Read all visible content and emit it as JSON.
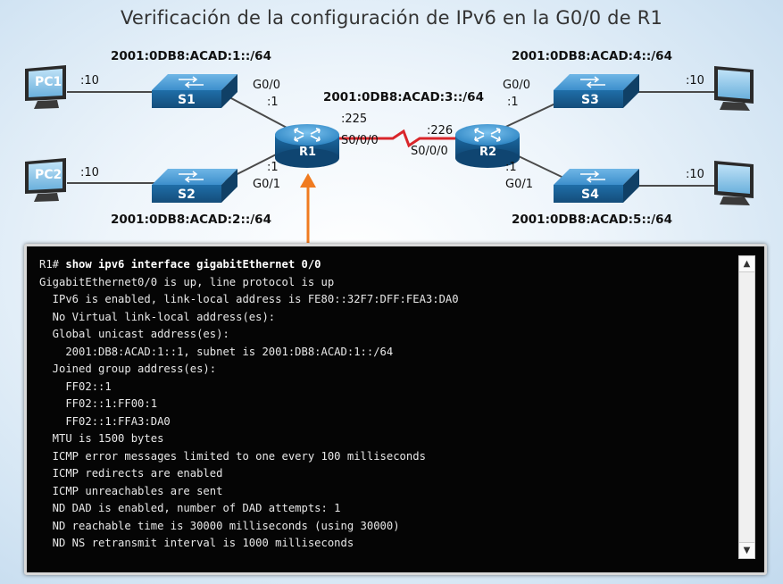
{
  "title": "Verificación de la configuración de IPv6 en la G0/0 de R1",
  "network": {
    "pcs": [
      {
        "name": "PC1",
        "host": ":10"
      },
      {
        "name": "PC2",
        "host": ":10"
      }
    ],
    "switches": [
      "S1",
      "S2",
      "S3",
      "S4"
    ],
    "routers": [
      "R1",
      "R2"
    ],
    "remote_hosts": [
      ":10",
      ":10"
    ],
    "subnets": {
      "s1": "2001:0DB8:ACAD:1::/64",
      "s2": "2001:0DB8:ACAD:2::/64",
      "wan": "2001:0DB8:ACAD:3::/64",
      "s3": "2001:0DB8:ACAD:4::/64",
      "s4": "2001:0DB8:ACAD:5::/64"
    },
    "r1": {
      "g00": "G0/0",
      "g00_host": ":1",
      "g01": "G0/1",
      "g01_host": ":1",
      "s000_host": ":225",
      "s000": "S0/0/0"
    },
    "r2": {
      "s000_host": ":226",
      "s000": "S0/0/0",
      "g00": "G0/0",
      "g00_host": ":1",
      "g01": "G0/1",
      "g01_host": ":1"
    },
    "colors": {
      "link": "#4a4a4a",
      "serial": "#d9262b",
      "arrow": "#f07b20",
      "device_blue": "#1e6fa8"
    }
  },
  "terminal": {
    "prompt": "R1# ",
    "command": "show ipv6 interface gigabitEthernet 0/0",
    "lines": [
      "GigabitEthernet0/0 is up, line protocol is up",
      "  IPv6 is enabled, link-local address is FE80::32F7:DFF:FEA3:DA0",
      "  No Virtual link-local address(es):",
      "  Global unicast address(es):",
      "    2001:DB8:ACAD:1::1, subnet is 2001:DB8:ACAD:1::/64",
      "  Joined group address(es):",
      "    FF02::1",
      "    FF02::1:FF00:1",
      "    FF02::1:FFA3:DA0",
      "  MTU is 1500 bytes",
      "  ICMP error messages limited to one every 100 milliseconds",
      "  ICMP redirects are enabled",
      "  ICMP unreachables are sent",
      "  ND DAD is enabled, number of DAD attempts: 1",
      "  ND reachable time is 30000 milliseconds (using 30000)",
      "  ND NS retransmit interval is 1000 milliseconds"
    ]
  }
}
